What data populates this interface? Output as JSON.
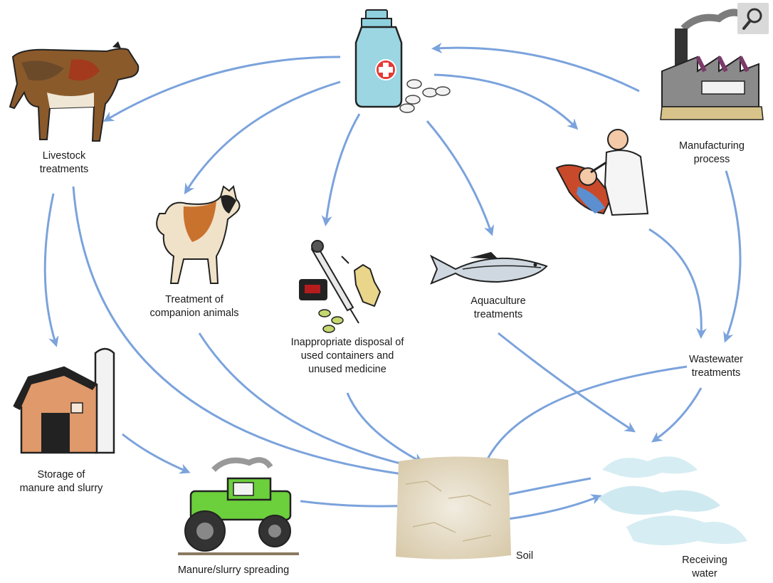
{
  "nodes": {
    "source": {
      "icon": "medicine-bottle-pills-icon"
    },
    "livestock": {
      "label": "Livestock\ntreatments",
      "icon": "cow-icon"
    },
    "companion": {
      "label": "Treatment of\ncompanion animals",
      "icon": "dog-icon"
    },
    "disposal": {
      "label": "Inappropriate disposal of\nused containers and\nunused medicine",
      "icon": "syringe-gloves-waste-icon"
    },
    "aquaculture": {
      "label": "Aquaculture\ntreatments",
      "icon": "fish-icon"
    },
    "human": {
      "icon": "doctor-patient-icon"
    },
    "manufacturing": {
      "label": "Manufacturing\nprocess",
      "icon": "factory-icon"
    },
    "storage": {
      "label": "Storage of\nmanure and slurry",
      "icon": "barn-silo-icon"
    },
    "spreading": {
      "label": "Manure/slurry spreading",
      "icon": "tractor-icon"
    },
    "soil": {
      "label": "Soil",
      "icon": "soil-icon"
    },
    "wastewater": {
      "label": "Wastewater\ntreatments"
    },
    "water": {
      "label": "Receiving water",
      "icon": "water-wave-icon"
    }
  },
  "toolbar": {
    "zoom_icon": "magnifier-icon"
  },
  "colors": {
    "arrow": "#7ba3dc",
    "tractor": "#6ccf3c",
    "barn": "#e0996a",
    "bottle": "#9bd6e2",
    "soil": "#e2d8c3",
    "water": "#cfe9f0"
  }
}
